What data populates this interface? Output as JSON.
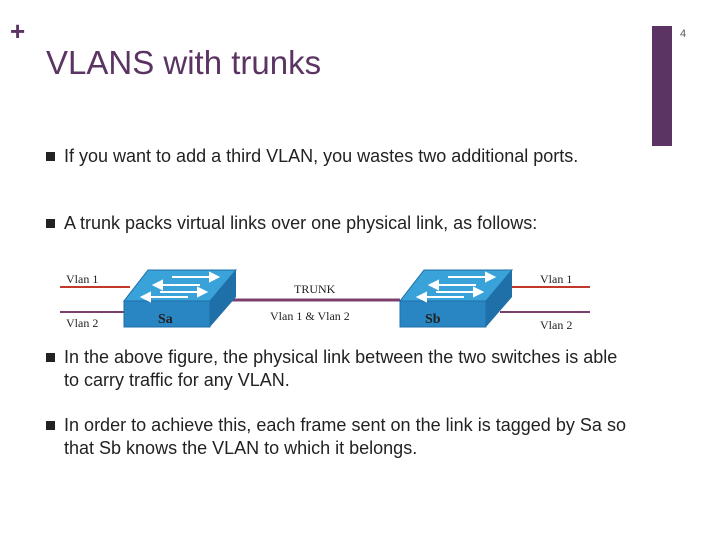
{
  "slide": {
    "plus": "+",
    "title": "VLANS with trunks",
    "number": "4"
  },
  "bullets": [
    "If you want to add a third VLAN, you wastes two additional ports.",
    "A trunk packs virtual links over one physical link, as follows:",
    "In the above figure, the physical link between the two switches is able to carry traffic for any VLAN.",
    "In order to achieve this, each frame sent on the link is tagged by Sa so that Sb knows the VLAN to which it belongs."
  ],
  "diagram": {
    "left_vlan1": "Vlan 1",
    "left_vlan2": "Vlan 2",
    "switch_a": "Sa",
    "trunk": "TRUNK",
    "trunk_vlans": "Vlan 1 & Vlan 2",
    "switch_b": "Sb",
    "right_vlan1": "Vlan 1",
    "right_vlan2": "Vlan 2",
    "colors": {
      "accent": "#5b3463",
      "switch_top": "#39a3d9",
      "switch_side": "#1f6fa8",
      "link_red": "#c0392b",
      "link_purple": "#7b3f6e"
    }
  }
}
